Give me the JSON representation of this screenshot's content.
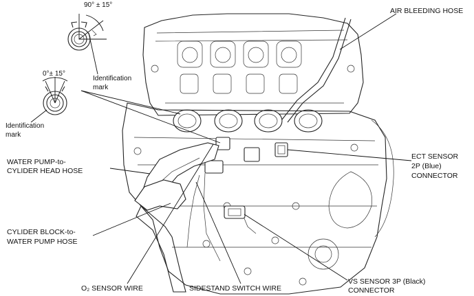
{
  "labels": {
    "angle_top": "90° ± 15°",
    "angle_mid": "0°± 15°",
    "ident_mark_1_l1": "Identification",
    "ident_mark_1_l2": "mark",
    "ident_mark_2_l1": "Identification",
    "ident_mark_2_l2": "mark",
    "air_bleeding_hose": "AIR BLEEDING HOSE",
    "ect_l1": "ECT SENSOR",
    "ect_l2": "2P (Blue)",
    "ect_l3": "CONNECTOR",
    "water_pump_l1": "WATER PUMP-to-",
    "water_pump_l2": "CYLIDER HEAD HOSE",
    "cyl_block_l1": "CYLIDER BLOCK-to-",
    "cyl_block_l2": "WATER PUMP HOSE",
    "o2_sensor": "O₂ SENSOR WIRE",
    "sidestand": "SIDESTAND SWITCH WIRE",
    "vs_l1": "VS SENSOR 3P (Black)",
    "vs_l2": "CONNECTOR"
  }
}
